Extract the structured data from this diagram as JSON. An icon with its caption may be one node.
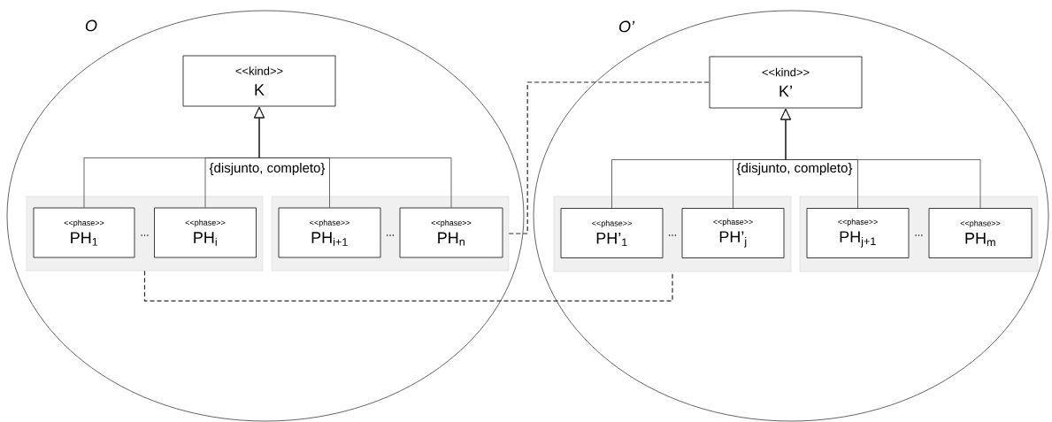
{
  "diagram": {
    "nodes": [
      {
        "text": [
          "O"
        ]
      },
      {
        "text": [
          "<<kind>>",
          "K"
        ],
        "in": 0
      },
      {
        "text": [],
        "shape": "box",
        "in": 0
      },
      {
        "text": [
          "<<phase>>",
          "PH$_{1}$"
        ],
        "in": 2
      },
      {
        "text": [
          "<<phase>>",
          "PH$_{i}$"
        ],
        "in": 2
      },
      {
        "text": [],
        "shape": "box",
        "in": 0
      },
      {
        "text": [
          "<<phase>>",
          "PH$_{i+1}$"
        ],
        "in": 5
      },
      {
        "text": [
          "<<phase>>",
          "PH$_{n}$"
        ],
        "in": 5
      },
      {
        "text": [
          "O’"
        ]
      },
      {
        "text": [
          "<<kind>>",
          "K’"
        ],
        "in": 8
      },
      {
        "text": [],
        "shape": "box",
        "in": 8
      },
      {
        "text": [
          "<<phase>>",
          "PH’$_{1}$"
        ],
        "in": 10
      },
      {
        "text": [
          "<<phase>>",
          "PH’$_{j}$"
        ],
        "in": 10
      },
      {
        "text": [],
        "shape": "box",
        "in": 8
      },
      {
        "text": [
          "<<phase>>",
          "PH$_{j+1}$"
        ],
        "in": 13
      },
      {
        "text": [
          "<<phase>>",
          "PH$_{m}$"
        ],
        "in": 13
      }
    ],
    "edges": [
      {
        "from": 3,
        "to": 1,
        "arrow": "to"
      },
      {
        "from": 4,
        "to": 1,
        "arrow": "to"
      },
      {
        "from": 6,
        "to": 1,
        "arrow": "to"
      },
      {
        "from": 7,
        "to": 1,
        "arrow": "to"
      },
      {
        "from": 11,
        "to": 9,
        "arrow": "to"
      },
      {
        "from": 12,
        "to": 9,
        "arrow": "to"
      },
      {
        "from": 14,
        "to": 9,
        "arrow": "to"
      },
      {
        "from": 15,
        "to": 9,
        "arrow": "to"
      },
      {
        "from": 2,
        "to": 10,
        "arrow": "none",
        "style": "dashed"
      },
      {
        "from": 5,
        "to": 9,
        "arrow": "none",
        "style": "dashed"
      }
    ],
    "labels": [
      "{disjunto, completo}",
      "{disjunto, completo}",
      "...",
      "...",
      "...",
      "..."
    ]
  }
}
